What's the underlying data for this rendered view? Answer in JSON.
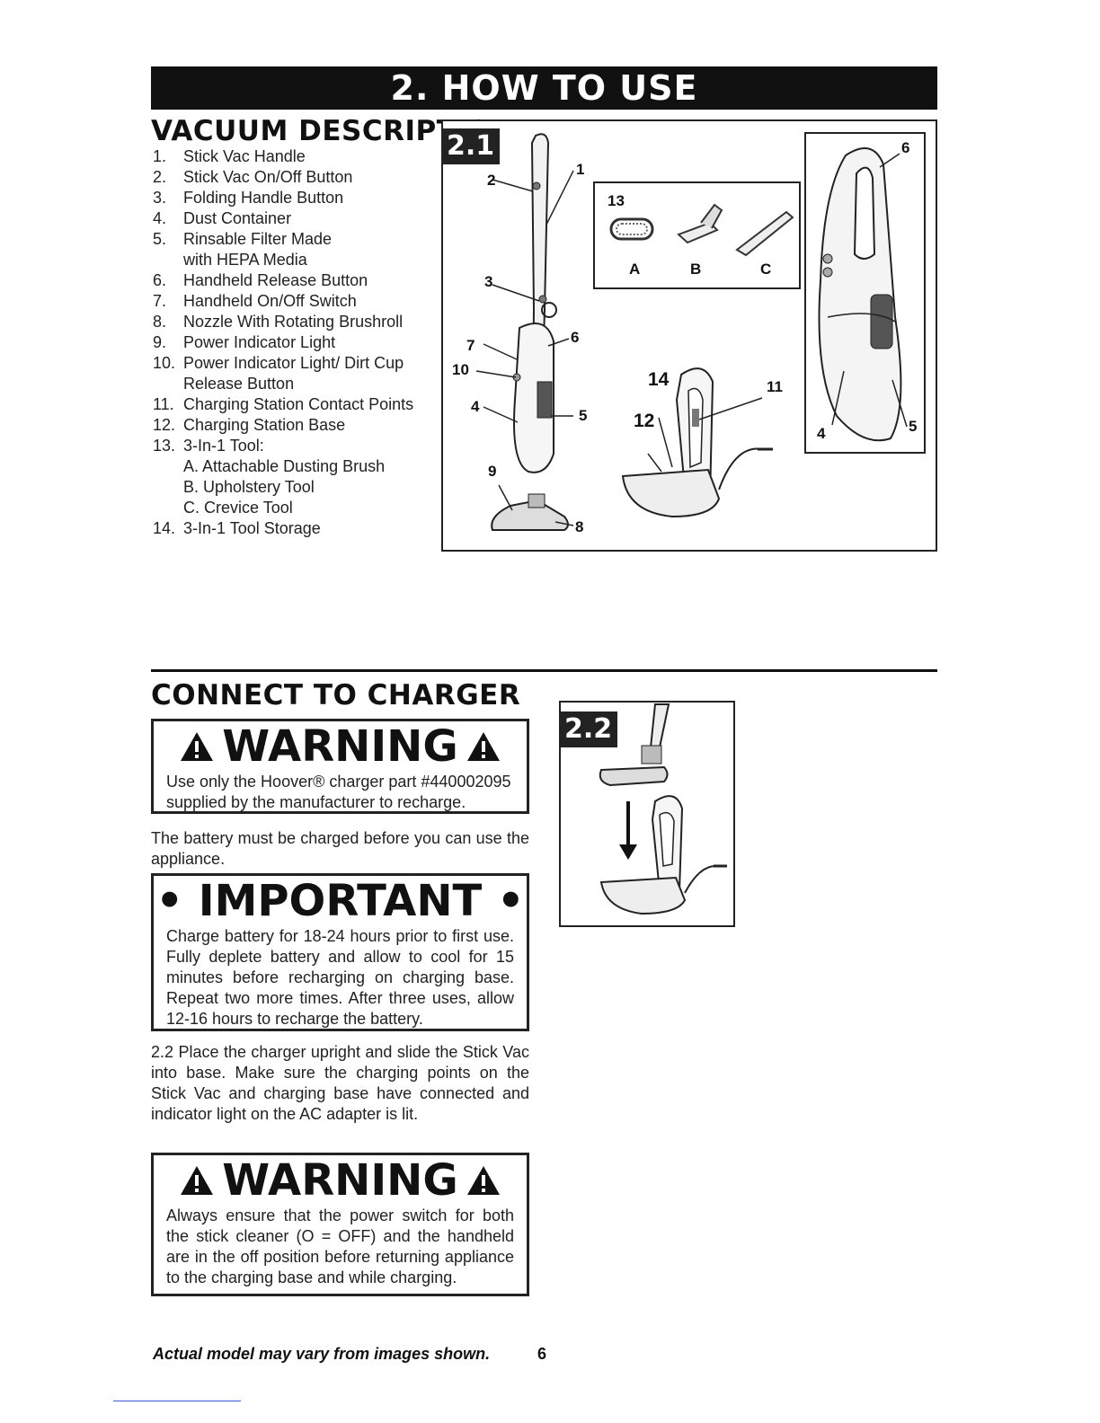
{
  "banner": {
    "title": "2. HOW TO USE"
  },
  "section1": {
    "heading": "VACUUM DESCRIPTION",
    "items": [
      {
        "num": "1.",
        "text": "Stick Vac Handle"
      },
      {
        "num": "2.",
        "text": "Stick Vac On/Off Button"
      },
      {
        "num": "3.",
        "text": "Folding Handle Button"
      },
      {
        "num": "4.",
        "text": "Dust Container"
      },
      {
        "num": "5.",
        "text": "Rinsable Filter Made"
      },
      {
        "num": "",
        "text": "with HEPA Media"
      },
      {
        "num": "6.",
        "text": "Handheld Release Button"
      },
      {
        "num": "7.",
        "text": "Handheld On/Off Switch"
      },
      {
        "num": "8.",
        "text": "Nozzle With Rotating Brushroll"
      },
      {
        "num": "9.",
        "text": "Power Indicator Light"
      },
      {
        "num": "10.",
        "text": "Power Indicator Light/ Dirt Cup"
      },
      {
        "num": "",
        "text": "Release Button"
      },
      {
        "num": "11.",
        "text": "Charging Station Contact Points"
      },
      {
        "num": "12.",
        "text": "Charging Station Base"
      },
      {
        "num": "13.",
        "text": "3-In-1 Tool:"
      },
      {
        "num": "",
        "text": "A. Attachable Dusting Brush"
      },
      {
        "num": "",
        "text": "B. Upholstery Tool"
      },
      {
        "num": "",
        "text": "C. Crevice Tool"
      },
      {
        "num": "14.",
        "text": "3-In-1 Tool Storage"
      }
    ]
  },
  "figure1": {
    "tag": "2.1",
    "callouts": {
      "c1": "1",
      "c2": "2",
      "c3": "3",
      "c4": "4",
      "c5": "5",
      "c6": "6",
      "c7": "7",
      "c8": "8",
      "c9": "9",
      "c10": "10",
      "c11": "11",
      "c12": "12",
      "c13": "13",
      "c14": "14",
      "a": "A",
      "b": "B",
      "c": "C",
      "h6": "6",
      "h4": "4",
      "h5": "5"
    }
  },
  "section2": {
    "heading": "CONNECT TO CHARGER",
    "warning1": {
      "title": "WARNING",
      "text": "Use only the Hoover® charger part #440002095 supplied by the manufacturer to recharge."
    },
    "para1": "The battery must be charged before you can use the appliance.",
    "important": {
      "title": "• IMPORTANT •",
      "text": "Charge battery for 18-24 hours prior to first use. Fully deplete battery and allow to cool for 15 minutes before recharging on charging base. Repeat two more times. After three uses, allow 12-16 hours to recharge the battery."
    },
    "para2": "2.2 Place the charger upright and slide the Stick Vac into base. Make sure the charging points on the Stick Vac and charging base have connected and indicator light on the AC adapter is lit.",
    "warning2": {
      "title": "WARNING",
      "text": "Always ensure that the power switch for both the stick cleaner (O = OFF) and the handheld are in the off position before returning appliance to the charging base and while charging."
    }
  },
  "figure2": {
    "tag": "2.2"
  },
  "footer": {
    "note": "Actual model may vary from images shown.",
    "page": "6"
  }
}
